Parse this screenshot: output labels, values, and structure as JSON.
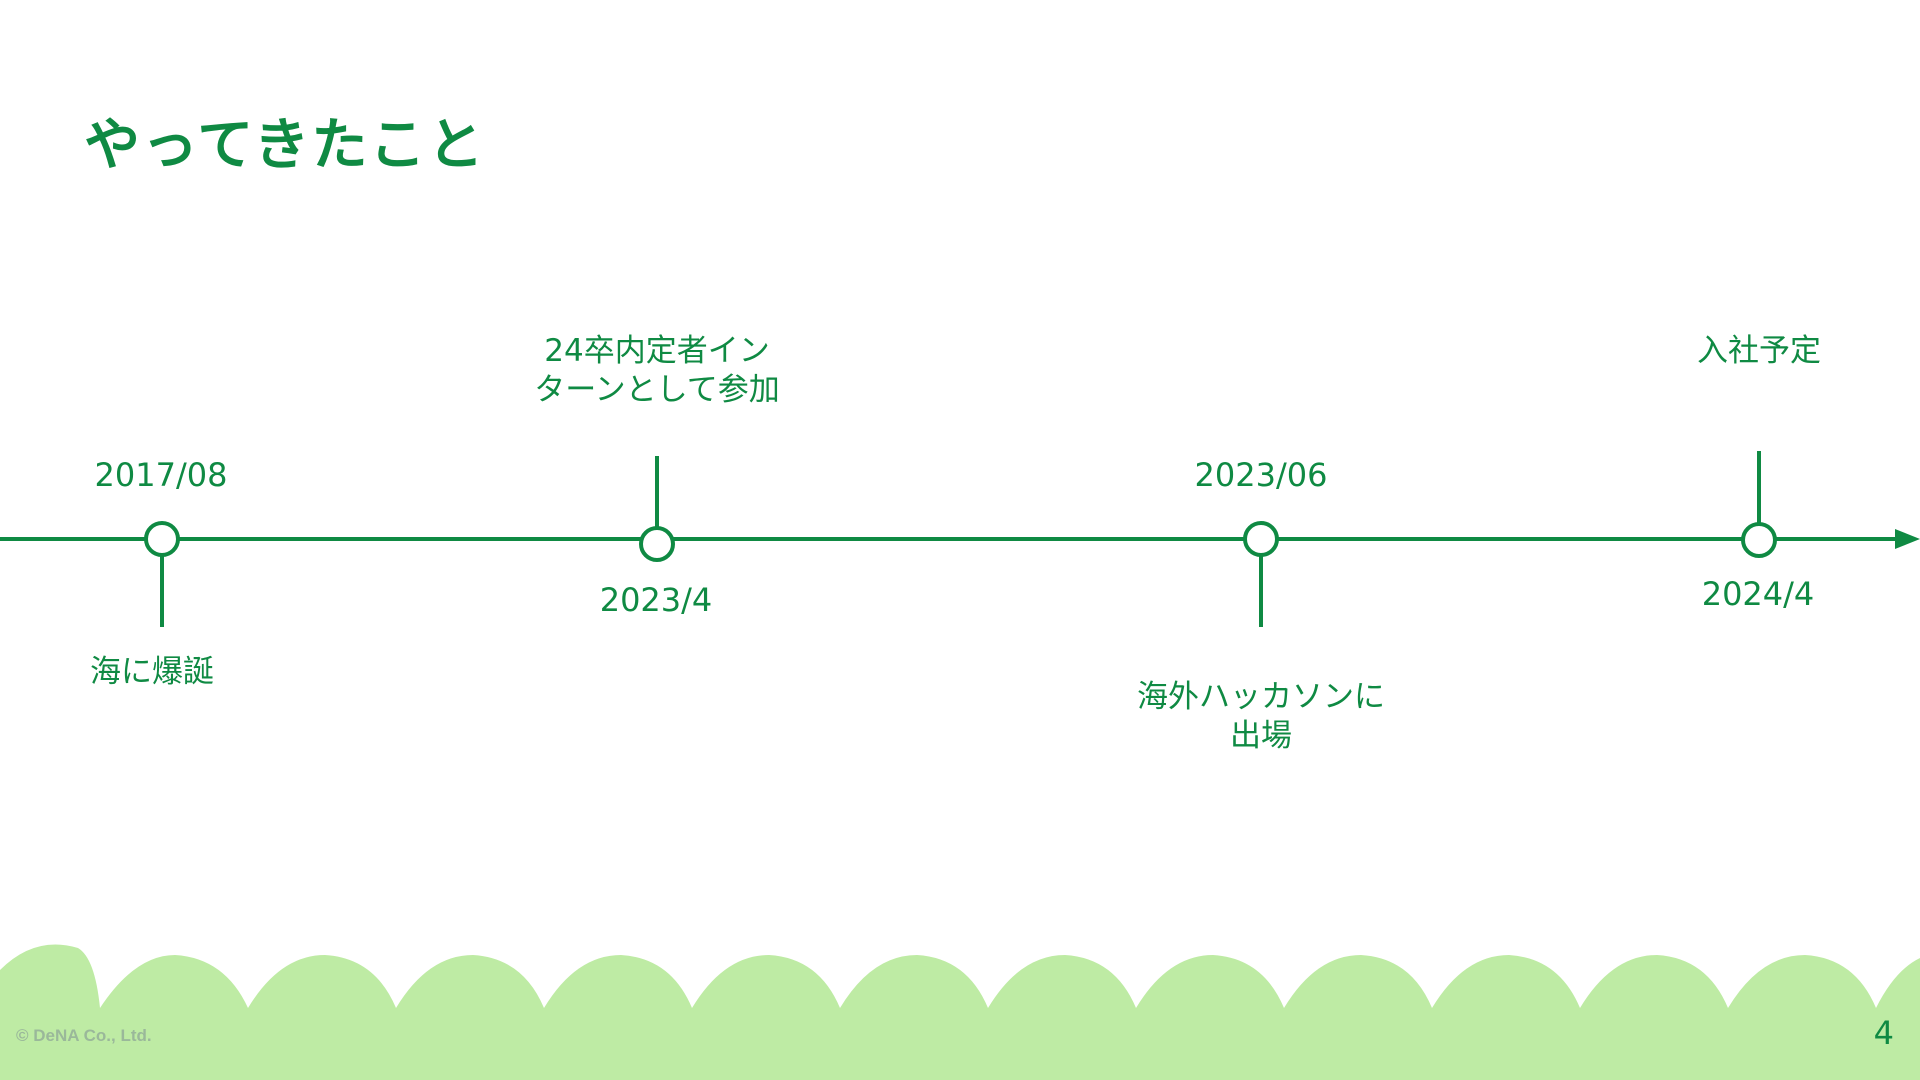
{
  "slide": {
    "title": "やってきたこと",
    "page_number": "4",
    "copyright": "© DeNA Co., Ltd."
  },
  "colors": {
    "accent": "#0f8a43",
    "grass": "#beeba4",
    "background": "#ffffff"
  },
  "timeline": {
    "events": [
      {
        "date": "2017/08",
        "description": "海に爆誕"
      },
      {
        "date": "2023/4",
        "description": "24卒内定者イン\nターンとして参加"
      },
      {
        "date": "2023/06",
        "description": "海外ハッカソンに\n出場"
      },
      {
        "date": "2024/4",
        "description": "入社予定"
      }
    ]
  }
}
